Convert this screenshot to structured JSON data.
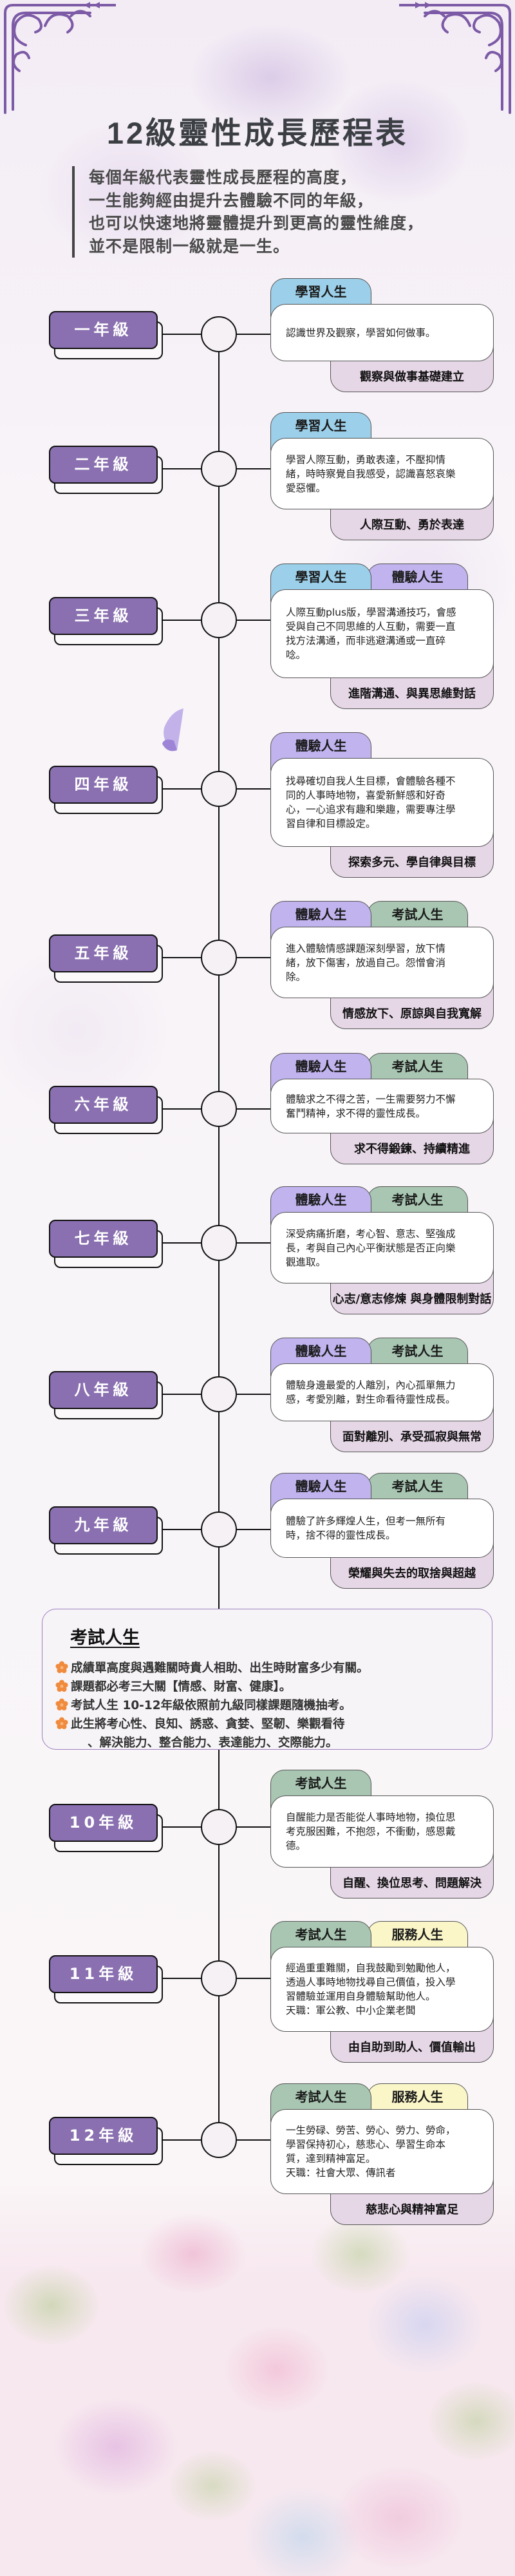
{
  "title": "12級靈性成長歷程表",
  "intro": [
    "每個年級代表靈性成長歷程的高度，",
    "一生能夠經由提升去體驗不同的年級，",
    "也可以快速地將靈體提升到更高的靈性維度，",
    "並不是限制一級就是一生。"
  ],
  "colors": {
    "grade_label": "#8a70b0",
    "學習人生": "#9ccfe9",
    "體驗人生": "#c0b3ee",
    "考試人生": "#a8c6b2",
    "服務人生": "#fbf6c8",
    "summary": "#e6d7e7",
    "ornament": "#7c5aa6"
  },
  "grades": [
    {
      "label": "一年級",
      "tabs": [
        "學習人生"
      ],
      "text": [
        "認識世界及觀察，學習如何做事。"
      ],
      "summary": "觀察與做事基礎建立"
    },
    {
      "label": "二年級",
      "tabs": [
        "學習人生"
      ],
      "text": [
        "學習人際互動，勇敢表達，不壓抑情",
        "緒，時時察覺自我感受，認識喜怒哀樂",
        "愛惡懼。"
      ],
      "summary": "人際互動、勇於表達"
    },
    {
      "label": "三年級",
      "tabs": [
        "學習人生",
        "體驗人生"
      ],
      "text": [
        "人際互動plus版，學習溝通技巧，會感",
        "受與自己不同思維的人互動，需要一直",
        "找方法溝通，而非逃避溝通或一直碎",
        "唸。"
      ],
      "summary": "進階溝通、與異思維對話"
    },
    {
      "label": "四年級",
      "tabs": [
        "體驗人生"
      ],
      "text": [
        "找尋確切自我人生目標，會體驗各種不",
        "同的人事時地物，喜愛新鮮感和好奇",
        "心，一心追求有趣和樂趣，需要專注學",
        "習自律和目標設定。"
      ],
      "summary": "探索多元、學自律與目標"
    },
    {
      "label": "五年級",
      "tabs": [
        "體驗人生",
        "考試人生"
      ],
      "text": [
        "進入體驗情感課題深刻學習，放下情",
        "緒，放下傷害，放過自己。怨憎會消",
        "除。"
      ],
      "summary": "情感放下、原諒與自我寬解"
    },
    {
      "label": "六年級",
      "tabs": [
        "體驗人生",
        "考試人生"
      ],
      "text": [
        "體驗求之不得之苦，一生需要努力不懈",
        "奮鬥精神，求不得的靈性成長。"
      ],
      "summary": "求不得鍛鍊、持續精進"
    },
    {
      "label": "七年級",
      "tabs": [
        "體驗人生",
        "考試人生"
      ],
      "text": [
        "深受病痛折磨，考心智、意志、堅強成",
        "長，考與自己內心平衡狀態是否正向樂",
        "觀進取。"
      ],
      "summary": "心志/意志修煉 與身體限制對話"
    },
    {
      "label": "八年級",
      "tabs": [
        "體驗人生",
        "考試人生"
      ],
      "text": [
        "體驗身邊最愛的人離別，內心孤單無力",
        "感，考愛別離，對生命看待靈性成長。"
      ],
      "summary": "面對離別、承受孤寂與無常"
    },
    {
      "label": "九年級",
      "tabs": [
        "體驗人生",
        "考試人生"
      ],
      "text": [
        "體驗了許多輝煌人生，但考一無所有",
        "時，捨不得的靈性成長。"
      ],
      "summary": "榮耀與失去的取捨與超越"
    },
    {
      "label": "10年級",
      "tabs": [
        "考試人生"
      ],
      "text": [
        "自醒能力是否能從人事時地物，換位思",
        "考克服困難，不抱怨，不衝動，感恩戴",
        "德。"
      ],
      "summary": "自醒、換位思考、問題解決"
    },
    {
      "label": "11年級",
      "tabs": [
        "考試人生",
        "服務人生"
      ],
      "text": [
        "經過重重難關，自我鼓勵到勉勵他人，",
        "透過人事時地物找尋自己價值，投入學",
        "習體驗並運用自身體驗幫助他人。",
        "天職：軍公教、中小企業老闆"
      ],
      "summary": "由自助到助人、價值輸出"
    },
    {
      "label": "12年級",
      "tabs": [
        "考試人生",
        "服務人生"
      ],
      "text": [
        "一生勞碌、勞苦、勞心、勞力、勞命，",
        "學習保持初心，慈悲心、學習生命本",
        "質，達到精神富足。",
        "天職：社會大眾、傳訊者"
      ],
      "summary": "慈悲心與精神富足"
    }
  ],
  "exam": {
    "title": "考試人生",
    "bullets": [
      "成績單高度與遇難關時貴人相助、出生時財富多少有關。",
      "課題都必考三大關【情感、財富、健康】。",
      "考試人生 10-12年級依照前九級同樣課題隨機抽考。",
      "此生將考心性、良知、誘惑、貪婪、堅韌、樂觀看待"
    ],
    "continuation": "、解決能力、整合能力、表達能力、交際能力。",
    "bullet_icon": "orange-flower-icon"
  }
}
